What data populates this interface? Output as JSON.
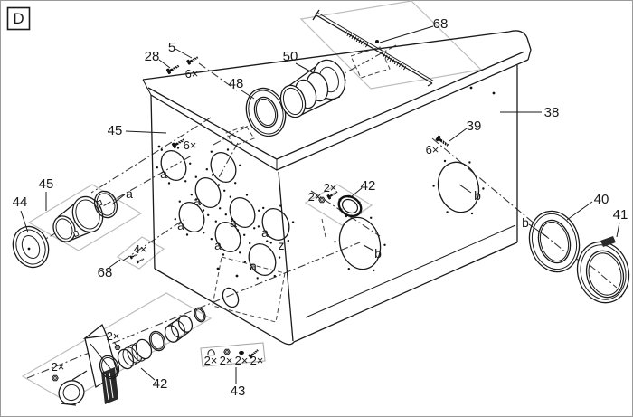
{
  "diagram": {
    "view_label": "D",
    "part_numbers": {
      "5": "5",
      "28": "28",
      "38": "38",
      "39": "39",
      "40": "40",
      "41": "41",
      "42": "42",
      "43": "43",
      "44": "44",
      "45": "45",
      "48": "48",
      "50": "50",
      "68": "68"
    },
    "quantities": {
      "x2": "2×",
      "x4": "4×",
      "x6": "6×"
    },
    "hole_letters": {
      "a": "a",
      "b": "b",
      "z": "z"
    }
  }
}
